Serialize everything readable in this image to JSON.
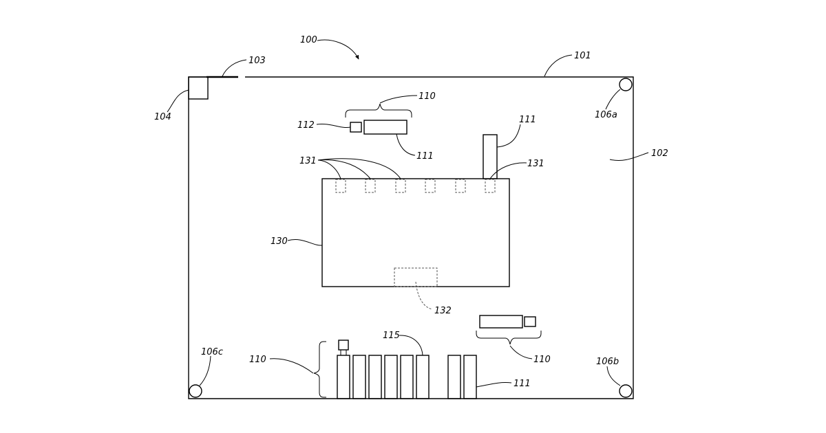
{
  "figure": {
    "labels": {
      "system": "100",
      "board_edge": "101",
      "board_surface": "102",
      "edge_mark": "103",
      "corner_part": "104",
      "hole_a": "106a",
      "hole_b": "106b",
      "hole_c": "106c",
      "group_top": "110",
      "group_left": "110",
      "group_right": "110",
      "connector_top": "111",
      "connector_vertical": "111",
      "connector_right_upper": "131",
      "connector_bottom_row": "111",
      "plug": "112",
      "slot_115": "115",
      "module": "130",
      "ports": "131",
      "module_port": "132"
    }
  }
}
